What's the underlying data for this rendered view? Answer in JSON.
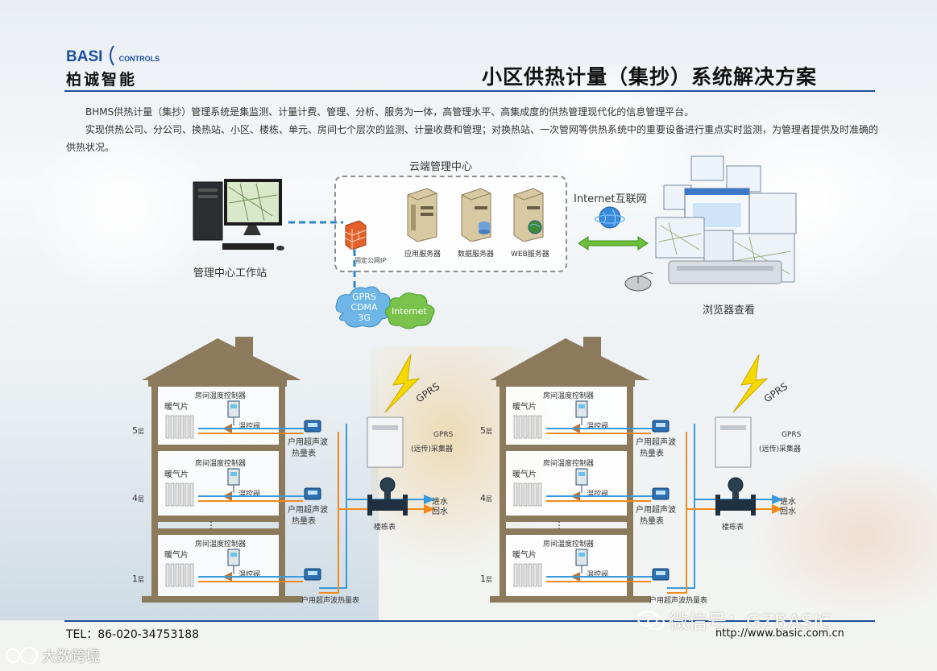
{
  "logo": {
    "basi": "BASI",
    "controls": "CONTROLS",
    "chinese": "柏诚智能"
  },
  "title": "小区供热计量（集抄）系统解决方案",
  "intro": {
    "p1": "BHMS供热计量（集抄）管理系统是集监测、计量计费、管理、分析、服务为一体，高管理水平、高集成度的供热管理现代化的信息管理平台。",
    "p2": "实现供热公司、分公司、换热站、小区、楼栋、单元、房间七个层次的监测、计量收费和管理；对换热站、一次管网等供热系统中的重要设备进行重点实时监测，为管理者提供及时准确的供热状况。"
  },
  "cloud": {
    "title": "云端管理中心",
    "servers": [
      "应用服务器",
      "数据服务器",
      "WEB服务器"
    ],
    "firewall": "固定公网IP"
  },
  "workstation": "管理中心工作站",
  "internet": "Internet互联网",
  "browser": "浏览器查看",
  "network": {
    "gprs": "GPRS",
    "cdma": "CDMA",
    "g3": "3G",
    "internet": "Internet"
  },
  "building": {
    "controller": "房间温度控制器",
    "radiator": "暖气片",
    "valve": "温控阀",
    "meter": [
      "户用超声波",
      "热量表"
    ],
    "meter_bottom": "户用超声波热量表",
    "floors": [
      {
        "num": "5",
        "unit": "层"
      },
      {
        "num": "4",
        "unit": "层"
      },
      {
        "num": "1",
        "unit": "层"
      }
    ],
    "dots": "⋮",
    "gprs_signal": "GPRS",
    "collector": [
      "GPRS",
      "(远传)采集器"
    ],
    "building_meter": "楼栋表",
    "inlet": "进水",
    "return": "回水"
  },
  "footer": {
    "tel": "TEL：86-020-34753188",
    "url": "http://www.basic.com.cn",
    "wechat": "微信号：GZBASIC",
    "watermark": "大数跨境"
  },
  "colors": {
    "blue": "#1d4e9e",
    "pipe_blue": "#3a9ad9",
    "pipe_orange": "#f08a1c",
    "bolt": "#f5d800"
  }
}
